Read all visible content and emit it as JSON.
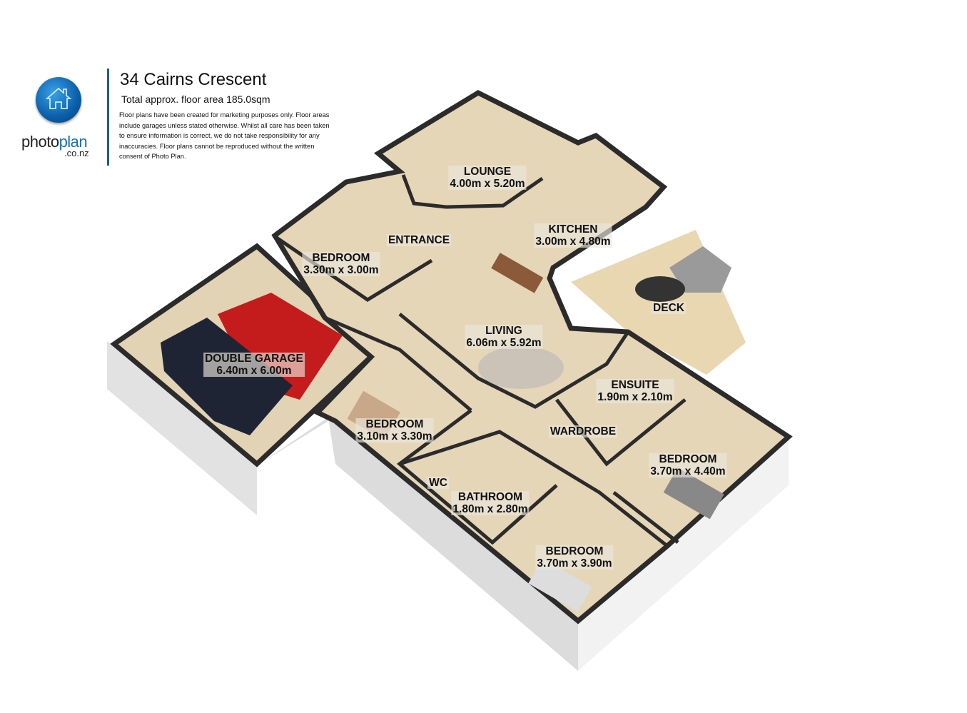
{
  "header": {
    "brand": {
      "name_part1": "photo",
      "name_part2": "plan",
      "domain": ".co.nz"
    },
    "title": "34 Cairns Crescent",
    "floor_area": "Total approx. floor area 185.0sqm",
    "disclaimer": "Floor plans have been created for marketing purposes only. Floor areas include garages unless stated otherwise. Whilst all care has been taken to ensure information is correct, we do not take responsibility for any inaccuracies. Floor plans cannot be reproduced without the written consent of Photo Plan."
  },
  "rooms": [
    {
      "name": "LOUNGE",
      "size": "4.00m x 5.20m"
    },
    {
      "name": "ENTRANCE",
      "size": ""
    },
    {
      "name": "KITCHEN",
      "size": "3.00m x 4.80m"
    },
    {
      "name": "BEDROOM",
      "size": "3.30m x 3.00m"
    },
    {
      "name": "DOUBLE GARAGE",
      "size": "6.40m x 6.00m"
    },
    {
      "name": "LIVING",
      "size": "6.06m x 5.92m"
    },
    {
      "name": "DECK",
      "size": ""
    },
    {
      "name": "ENSUITE",
      "size": "1.90m x 2.10m"
    },
    {
      "name": "BEDROOM",
      "size": "3.10m x 3.30m"
    },
    {
      "name": "WARDROBE",
      "size": ""
    },
    {
      "name": "BEDROOM",
      "size": "3.70m x 4.40m"
    },
    {
      "name": "WC",
      "size": ""
    },
    {
      "name": "BATHROOM",
      "size": "1.80m x 2.80m"
    },
    {
      "name": "BEDROOM",
      "size": "3.70m x 3.90m"
    }
  ],
  "colors": {
    "floor": "#e6d6b8",
    "wall_top": "#2b2b2b",
    "wall_face": "#eeeeee",
    "deck": "#e9d7b2",
    "accent": "#1f5f80"
  }
}
